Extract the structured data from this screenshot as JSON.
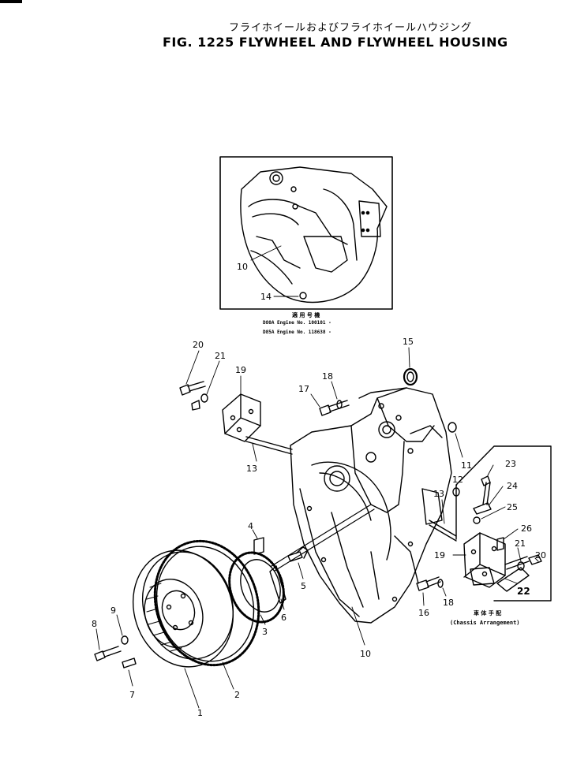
{
  "header": {
    "title_jp": "フライホイールおよびフライホイールハウジング",
    "title_en": "FIG. 1225  FLYWHEEL AND FLYWHEEL HOUSING"
  },
  "inset": {
    "callouts": [
      "10",
      "14"
    ],
    "applicability_heading": "適 用 号 機",
    "serial_lines": [
      "D80A  Engine  No. 100101 -",
      "D85A  Engine  No. 118638 -"
    ]
  },
  "chassis": {
    "heading_jp": "車 体 手 配",
    "caption": "(Chassis Arrangement)",
    "callouts": [
      "23",
      "24",
      "25",
      "26",
      "21",
      "20",
      "22"
    ]
  },
  "callouts": {
    "c1": "1",
    "c2": "2",
    "c3": "3",
    "c4": "4",
    "c5": "5",
    "c6": "6",
    "c7": "7",
    "c8": "8",
    "c9": "9",
    "c10": "10",
    "c11": "11",
    "c12": "12",
    "c13a": "13",
    "c13b": "13",
    "c15": "15",
    "c16": "16",
    "c17": "17",
    "c18a": "18",
    "c18b": "18",
    "c19a": "19",
    "c19b": "19",
    "c20": "20",
    "c21": "21"
  }
}
